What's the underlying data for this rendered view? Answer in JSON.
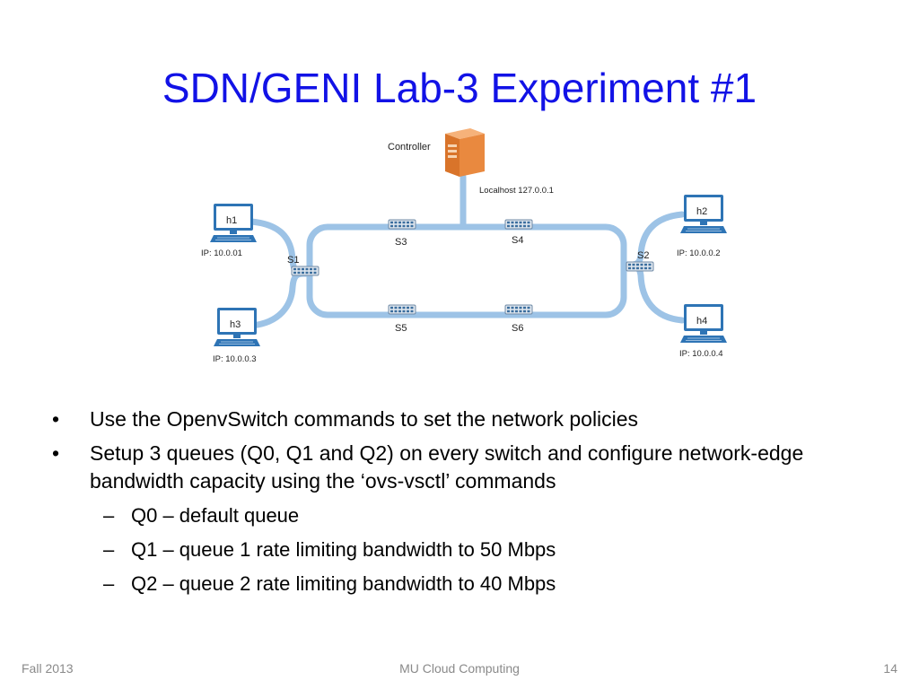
{
  "slide": {
    "title": "SDN/GENI Lab-3 Experiment #1",
    "footer_left": "Fall 2013",
    "footer_center": "MU Cloud Computing",
    "footer_right": "14"
  },
  "diagram": {
    "controller_label": "Controller",
    "controller_address": "Localhost 127.0.0.1",
    "hosts": {
      "h1": {
        "name": "h1",
        "ip": "IP: 10.0.01"
      },
      "h2": {
        "name": "h2",
        "ip": "IP: 10.0.0.2"
      },
      "h3": {
        "name": "h3",
        "ip": "IP: 10.0.0.3"
      },
      "h4": {
        "name": "h4",
        "ip": "IP: 10.0.0.4"
      }
    },
    "switches": {
      "s1": "S1",
      "s2": "S2",
      "s3": "S3",
      "s4": "S4",
      "s5": "S5",
      "s6": "S6"
    },
    "icons": [
      "server-icon",
      "computer-icon",
      "network-switch-icon"
    ],
    "colors": {
      "link": "#9dc3e6",
      "server": "#e9893f",
      "host_screen": "#2e74b5"
    }
  },
  "bullets": [
    {
      "mark": "•",
      "text": "Use the OpenvSwitch commands to set the network policies"
    },
    {
      "mark": "•",
      "text": "Setup 3 queues (Q0, Q1 and Q2) on every switch and configure network-edge bandwidth capacity using the ‘ovs-vsctl’ commands"
    }
  ],
  "sub_bullets": [
    {
      "mark": "–",
      "text": "Q0 – default queue"
    },
    {
      "mark": "–",
      "text": "Q1 – queue 1 rate limiting bandwidth to 50 Mbps"
    },
    {
      "mark": "–",
      "text": "Q2 – queue 2 rate limiting bandwidth to 40 Mbps"
    }
  ]
}
